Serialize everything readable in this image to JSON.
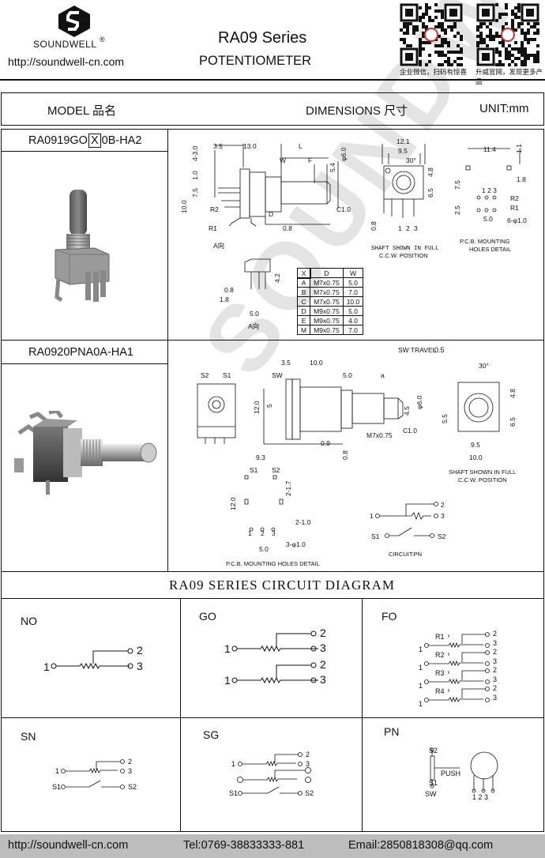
{
  "brand": {
    "name": "SOUNDWELL",
    "reg": "®",
    "url": "http://soundwell-cn.com"
  },
  "header": {
    "title": "RA09 Series",
    "subtitle": "POTENTIOMETER",
    "qr1_caption": "企业微信，扫码有惊喜",
    "qr2_caption": "升威官网，发现更多产品"
  },
  "table_header": {
    "model": "MODEL 品名",
    "dimensions": "DIMENSIONS 尺寸",
    "unit": "UNIT:mm"
  },
  "products": [
    {
      "model": "RA0919GO",
      "boxed": "X",
      "model_suffix": "0B-HA2"
    },
    {
      "model": "RA0920PNA0A-HA1"
    }
  ],
  "spec_table": {
    "headers": [
      "X",
      "D",
      "W"
    ],
    "rows": [
      [
        "A",
        "M7x0.75",
        "5.0"
      ],
      [
        "B",
        "M7x0.75",
        "7.0"
      ],
      [
        "C",
        "M7x0.75",
        "10.0"
      ],
      [
        "D",
        "M9x0.75",
        "5.0"
      ],
      [
        "E",
        "M9x0.75",
        "4.0"
      ],
      [
        "M",
        "M9x0.75",
        "7.0"
      ]
    ]
  },
  "drawing1": {
    "dims": [
      "3.5",
      "13.0",
      "L",
      "W",
      "F",
      "4-3.0",
      "1.0",
      "7.5",
      "10.0",
      "5.4",
      "φ6.0",
      "C1.0",
      "R2",
      "R1",
      "A向",
      "D",
      "0.8",
      "12.1",
      "9.5",
      "30°",
      "4.8",
      "6.5",
      "0.8",
      "1",
      "2",
      "3",
      "SHAFT SHOWN IN FULL",
      "C.C.W. POSITION",
      "11.4",
      "1.1",
      "1.8",
      "7.5",
      "2.5",
      "5.0",
      "6-φ1.0",
      "P.C.B. MOUNTING",
      "HOLES DETAIL",
      "0.8",
      "1.8",
      "4.2",
      "5.0",
      "A向"
    ]
  },
  "drawing2": {
    "dims": [
      "SW TRAVEL 0.5",
      "3.5",
      "10.0",
      "SW",
      "5.0",
      "a",
      "S2",
      "S1",
      "12.0",
      "5",
      "4.5",
      "φ6.0",
      "M7x0.75",
      "C1.0",
      "0.9",
      "0.8",
      "30°",
      "4.8",
      "6.5",
      "5.5",
      "9.5",
      "10.0",
      "SHAFT SHOWN IN FULL",
      "C.C.W. POSITION",
      "9.3",
      "S1",
      "S2",
      "2-1.7",
      "12.0",
      "2-1.0",
      "3-φ1.0",
      "5.0",
      "P.C.B. MOUNTING HOLES DETAIL",
      "2",
      "3",
      "1",
      "S1",
      "S2",
      "CIRCUIT:PN"
    ]
  },
  "circuit": {
    "title": "RA09 SERIES CIRCUIT DIAGRAM",
    "cells": [
      "NO",
      "GO",
      "FO",
      "SN",
      "SG",
      "PN"
    ],
    "fo_labels": [
      "R1",
      "R2",
      "R3",
      "R4"
    ],
    "pn_labels": {
      "s2": "S2",
      "s1": "S1",
      "push": "PUSH",
      "sw": "SW",
      "pins": "1 2 3"
    }
  },
  "watermark": "SOUNDWELL",
  "footer": {
    "url": "http://soundwell-cn.com",
    "tel": "Tel:0769-38833333-881",
    "email": "Email:2850818308@qq.com"
  }
}
